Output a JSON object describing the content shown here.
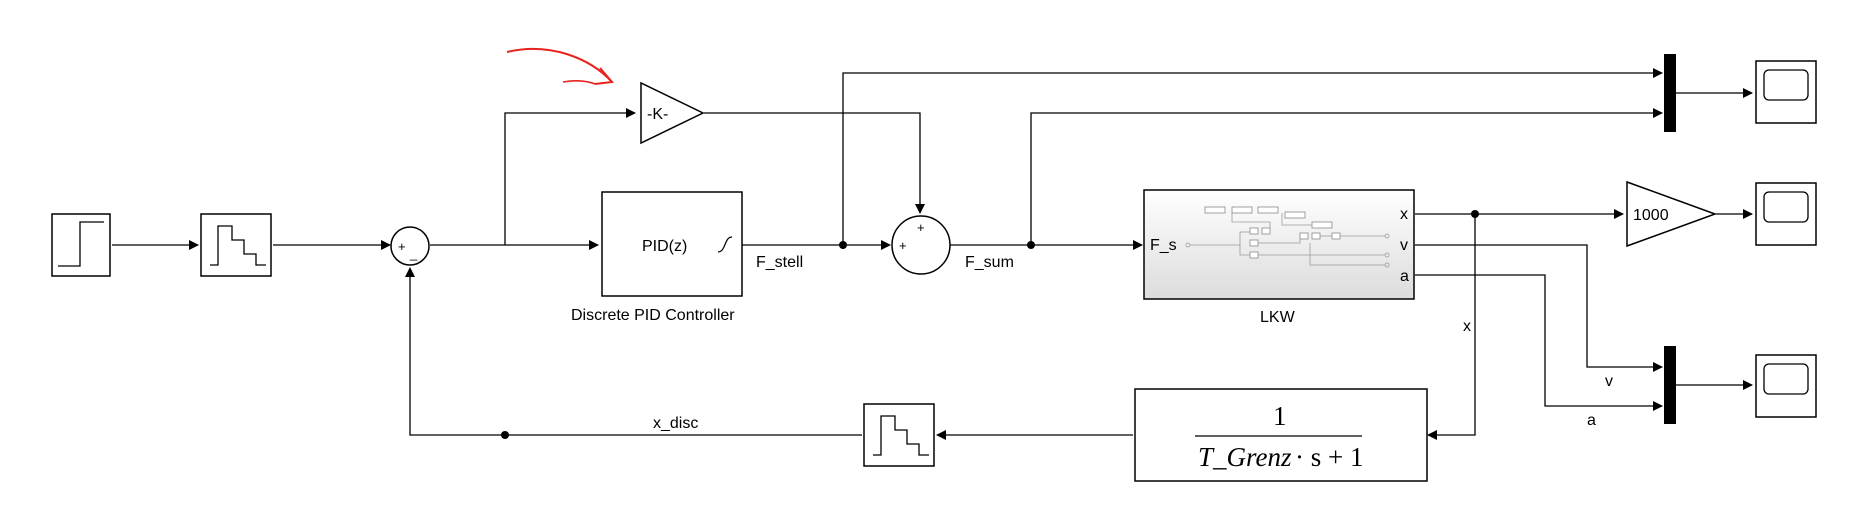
{
  "blocks": {
    "gain": {
      "label": "-K-"
    },
    "pid": {
      "label": "PID(z)",
      "name": "Discrete PID Controller"
    },
    "sum_error": {
      "plus": "+",
      "minus": "_"
    },
    "sum_force": {
      "plus_top": "+",
      "plus_left": "+"
    },
    "lkw": {
      "name": "LKW",
      "in_port": "F_s",
      "out_ports": [
        "x",
        "v",
        "a"
      ]
    },
    "gain_1000": {
      "label": "1000"
    },
    "transfer_fcn": {
      "numerator": "1",
      "denominator_var": "T_Grenz",
      "denominator_rest": "· s + 1"
    }
  },
  "signals": {
    "f_stell": "F_stell",
    "f_sum": "F_sum",
    "x_disc": "x_disc",
    "x_label": "x",
    "v_label": "v",
    "a_label": "a"
  },
  "annotation": {
    "color": "#e8231e"
  }
}
